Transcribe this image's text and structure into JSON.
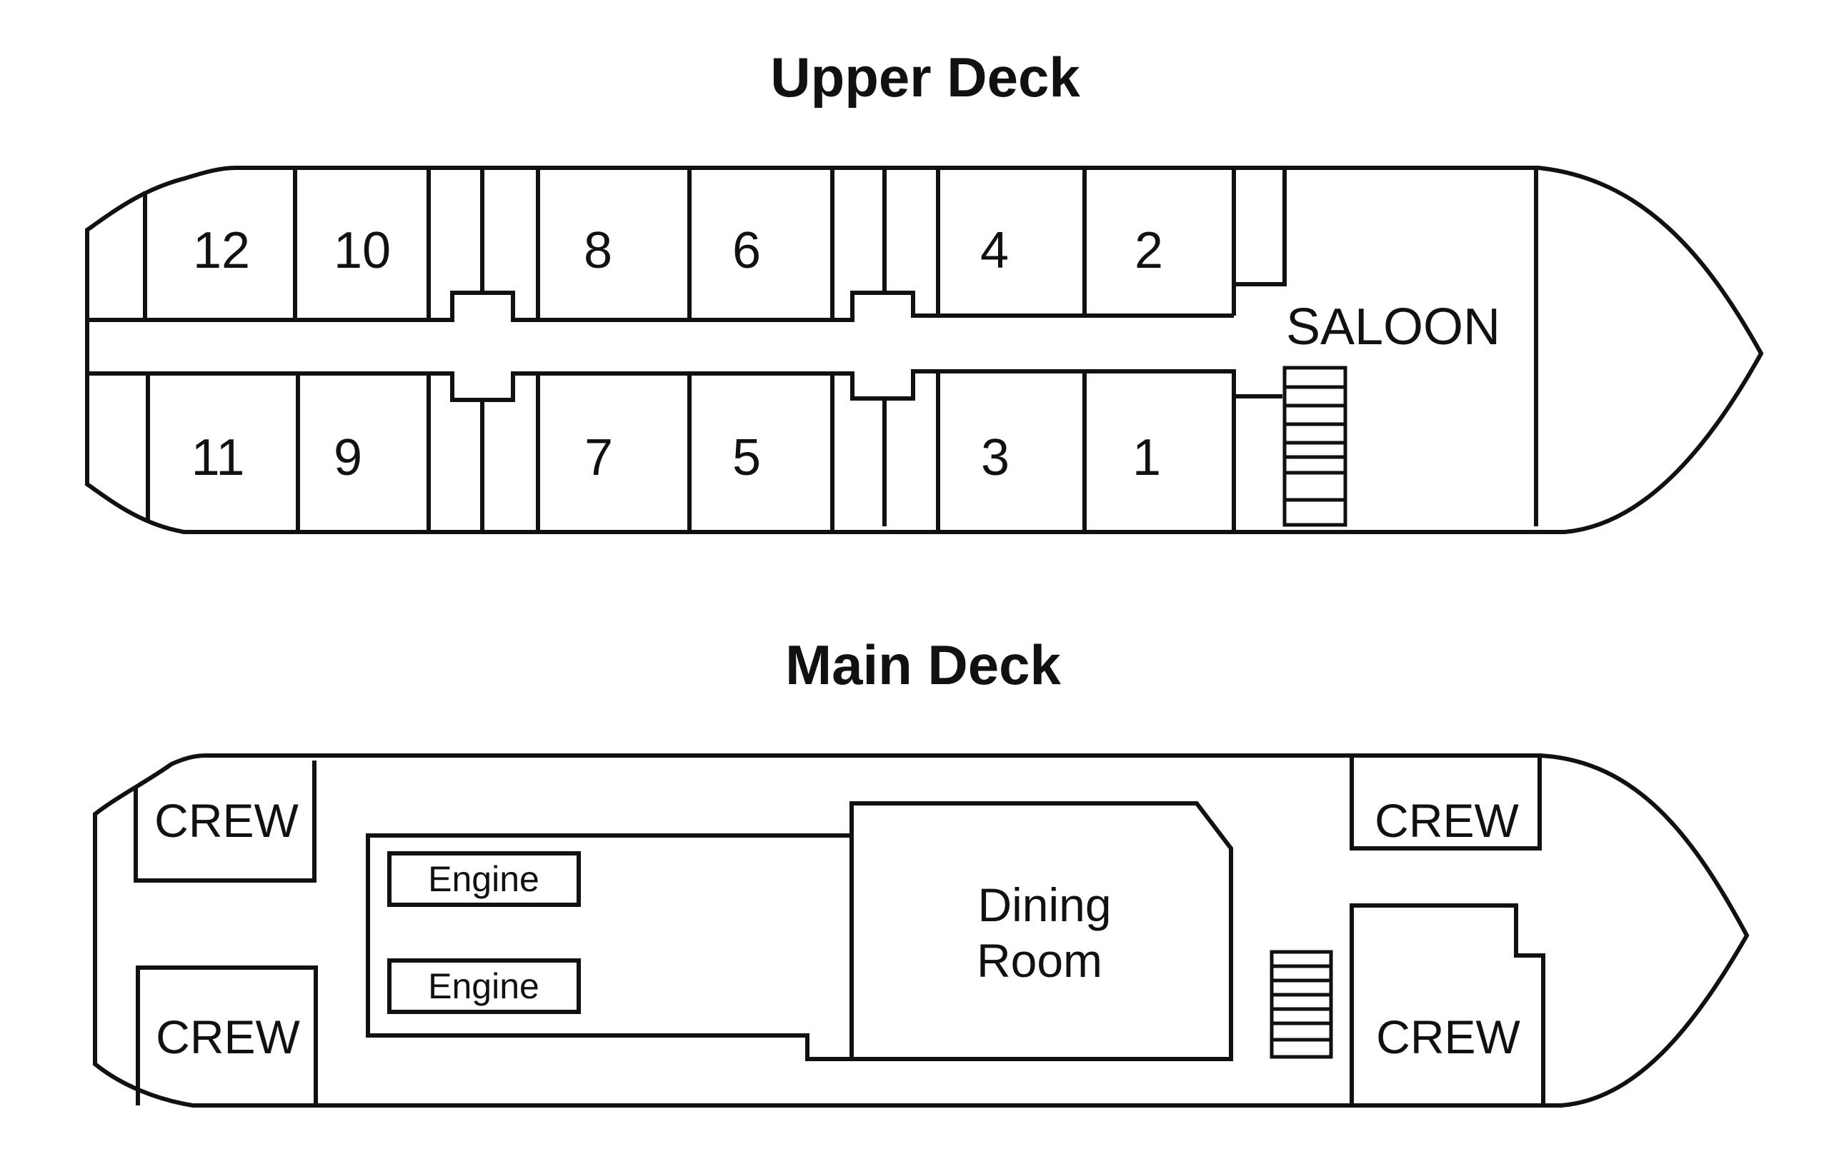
{
  "upper_deck": {
    "title": "Upper Deck",
    "saloon": "SALOON",
    "cabins": {
      "c12": "12",
      "c10": "10",
      "c8": "8",
      "c6": "6",
      "c4": "4",
      "c2": "2",
      "c11": "11",
      "c9": "9",
      "c7": "7",
      "c5": "5",
      "c3": "3",
      "c1": "1"
    }
  },
  "main_deck": {
    "title": "Main Deck",
    "crew": "CREW",
    "engine": "Engine",
    "dining_line1": "Dining",
    "dining_line2": "Room"
  },
  "colors": {
    "line": "#111111",
    "background": "#ffffff"
  }
}
